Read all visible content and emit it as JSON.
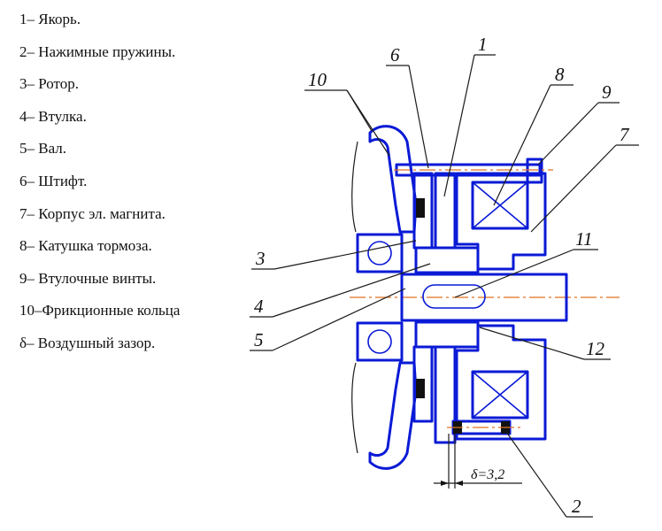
{
  "legend": {
    "items": [
      "1– Якорь.",
      "2– Нажимные пружины.",
      "3– Ротор.",
      "4– Втулка.",
      "5– Вал.",
      "6– Штифт.",
      "7– Корпус эл. магнита.",
      "8– Катушка тормоза.",
      "9– Втулочные винты.",
      "10–Фрикционные кольца",
      "δ– Воздушный зазор."
    ]
  },
  "callouts": {
    "c1": "1",
    "c2": "2",
    "c3": "3",
    "c4": "4",
    "c5": "5",
    "c6": "6",
    "c7": "7",
    "c8": "8",
    "c9": "9",
    "c10": "10",
    "c11": "11",
    "c12": "12"
  },
  "dimension": {
    "gap_label": "δ=3,2"
  },
  "colors": {
    "outline": "#0a1ad6",
    "leader": "#1a1a1a",
    "axis": "#e07020"
  }
}
